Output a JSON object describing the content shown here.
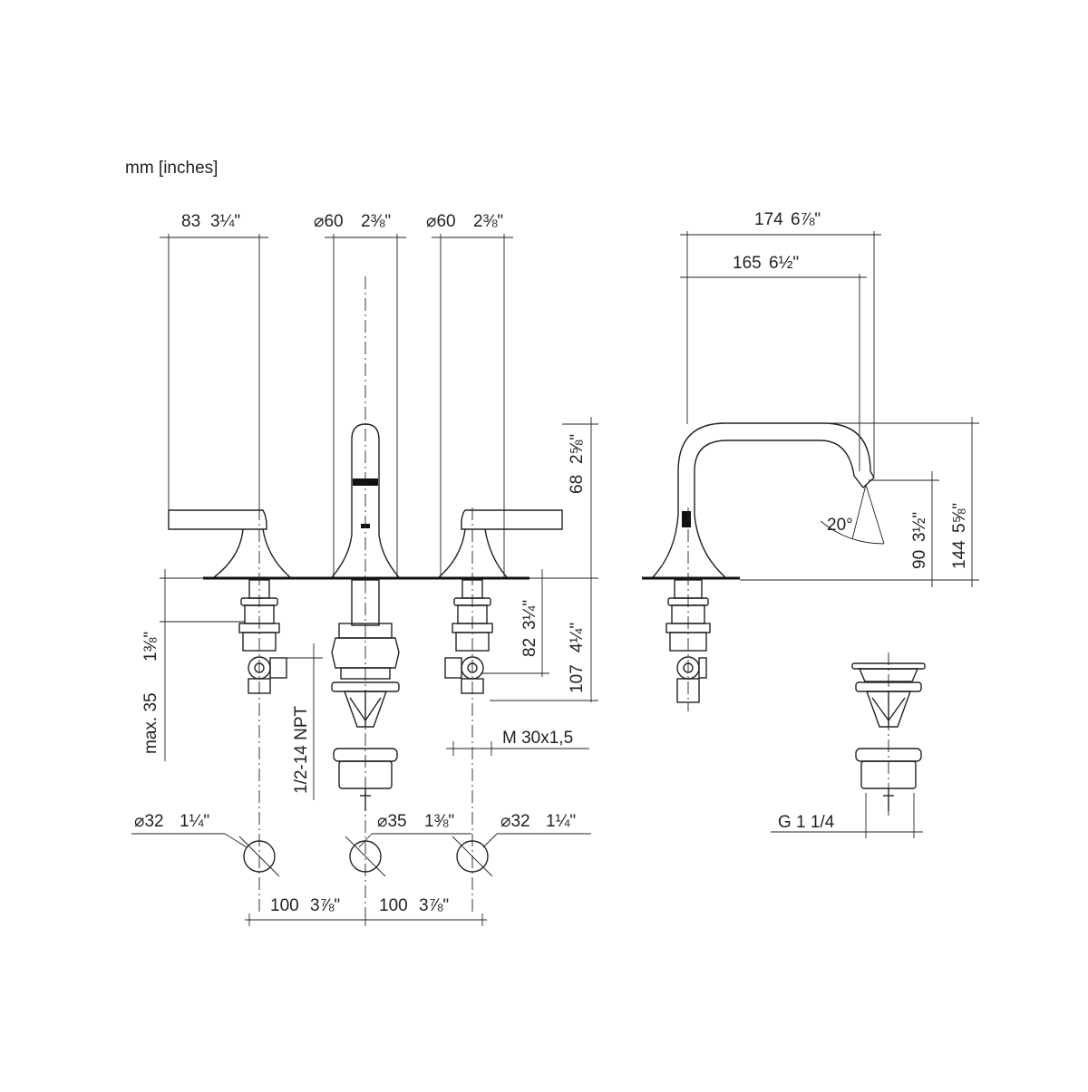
{
  "units_label": "mm [inches]",
  "dims": {
    "handle_reach": "83",
    "handle_reach_in": "3¼\"",
    "spout_dia": "⌀60",
    "spout_dia_in": "2⅜\"",
    "handle_dia": "⌀60",
    "handle_dia_in": "2⅜\"",
    "spout_reach_total": "174",
    "spout_reach_total_in": "6⅞\"",
    "spout_reach": "165",
    "spout_reach_in": "6½\"",
    "spout_height": "68",
    "spout_height_in": "2⅝\"",
    "outlet_height": "90",
    "outlet_height_in": "3½\"",
    "total_height": "144",
    "total_height_in": "5⅝\"",
    "angle": "20°",
    "deck_max": "max. 35",
    "deck_max_in": "1⅜\"",
    "shank_82": "82",
    "shank_82_in": "3¼\"",
    "shank_107": "107",
    "shank_107_in": "4¼\"",
    "thread_npt": "1/2-14 NPT",
    "thread_m30": "M 30x1,5",
    "hole_left": "⌀32",
    "hole_left_in": "1¼\"",
    "hole_center": "⌀35",
    "hole_center_in": "1⅜\"",
    "hole_right": "⌀32",
    "hole_right_in": "1¼\"",
    "spacing_left": "100",
    "spacing_left_in": "3⅞\"",
    "spacing_right": "100",
    "spacing_right_in": "3⅞\"",
    "drain_thread": "G 1 1/4"
  }
}
